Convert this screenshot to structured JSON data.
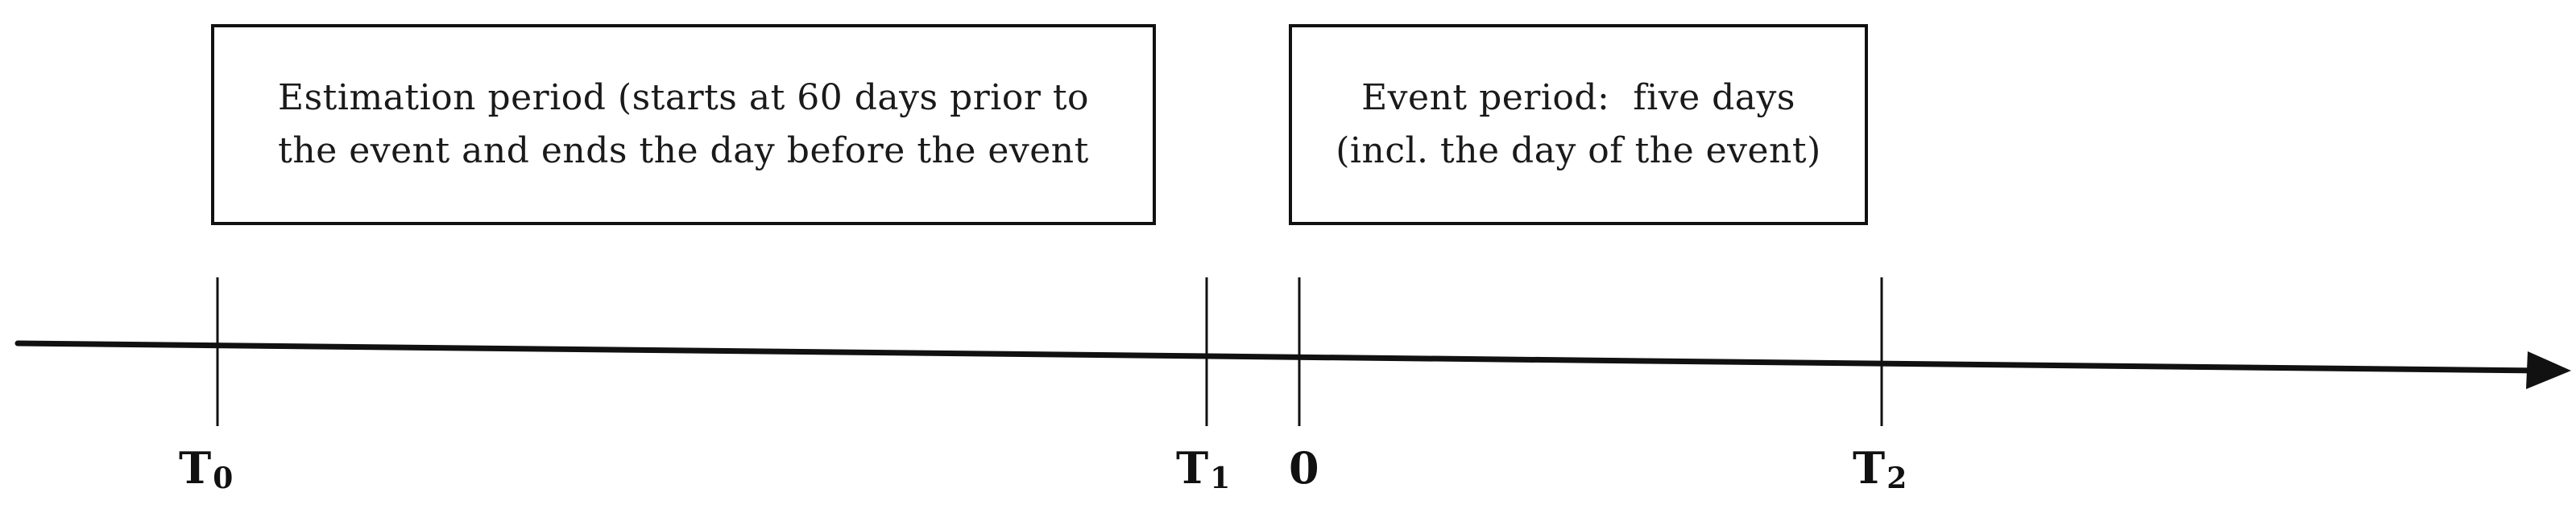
{
  "estimation_period": {
    "line1": "Estimation period (starts at 60 days prior to",
    "line2": "the event and ends the day before the event"
  },
  "event_period": {
    "line1": "Event period:  five days",
    "line2": "(incl. the day of the event)"
  },
  "tick_labels": {
    "t0": {
      "base": "T",
      "sub": "0"
    },
    "t1": {
      "base": "T",
      "sub": "1"
    },
    "zero": "0",
    "t2": {
      "base": "T",
      "sub": "2"
    }
  },
  "colors": {
    "line": "#111111",
    "box_border": "#111111",
    "background": "#ffffff"
  }
}
